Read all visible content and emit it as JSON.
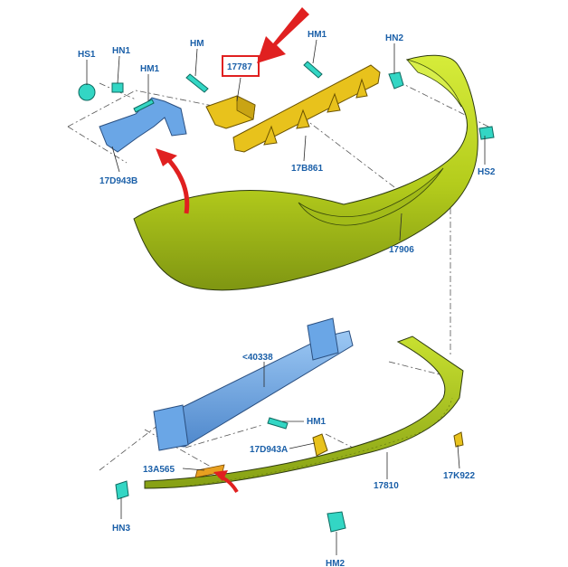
{
  "diagram": {
    "title": "Rear bumper assembly",
    "highlight_color": "#e02020",
    "bumper_color": "#b8d020",
    "bracket_color": "#e8c21c",
    "beam_color": "#6aa6e6",
    "fastener_color": "#33d6c4",
    "labels": {
      "hs1": "HS1",
      "hn1_top": "HN1",
      "hm1_bracket": "HM1",
      "hm_top": "HM",
      "part_17787": "17787",
      "hm1_right": "HM1",
      "hn2": "HN2",
      "part_17d943b": "17D943B",
      "part_17b861": "17B861",
      "hs2": "HS2",
      "part_17906": "17906",
      "part_40338": "<40338",
      "hm1_lower": "HM1",
      "part_17d943a": "17D943A",
      "part_13a565": "13A565",
      "part_17810": "17810",
      "part_17k922": "17K922",
      "hn3": "HN3",
      "hm2": "HM2"
    }
  }
}
